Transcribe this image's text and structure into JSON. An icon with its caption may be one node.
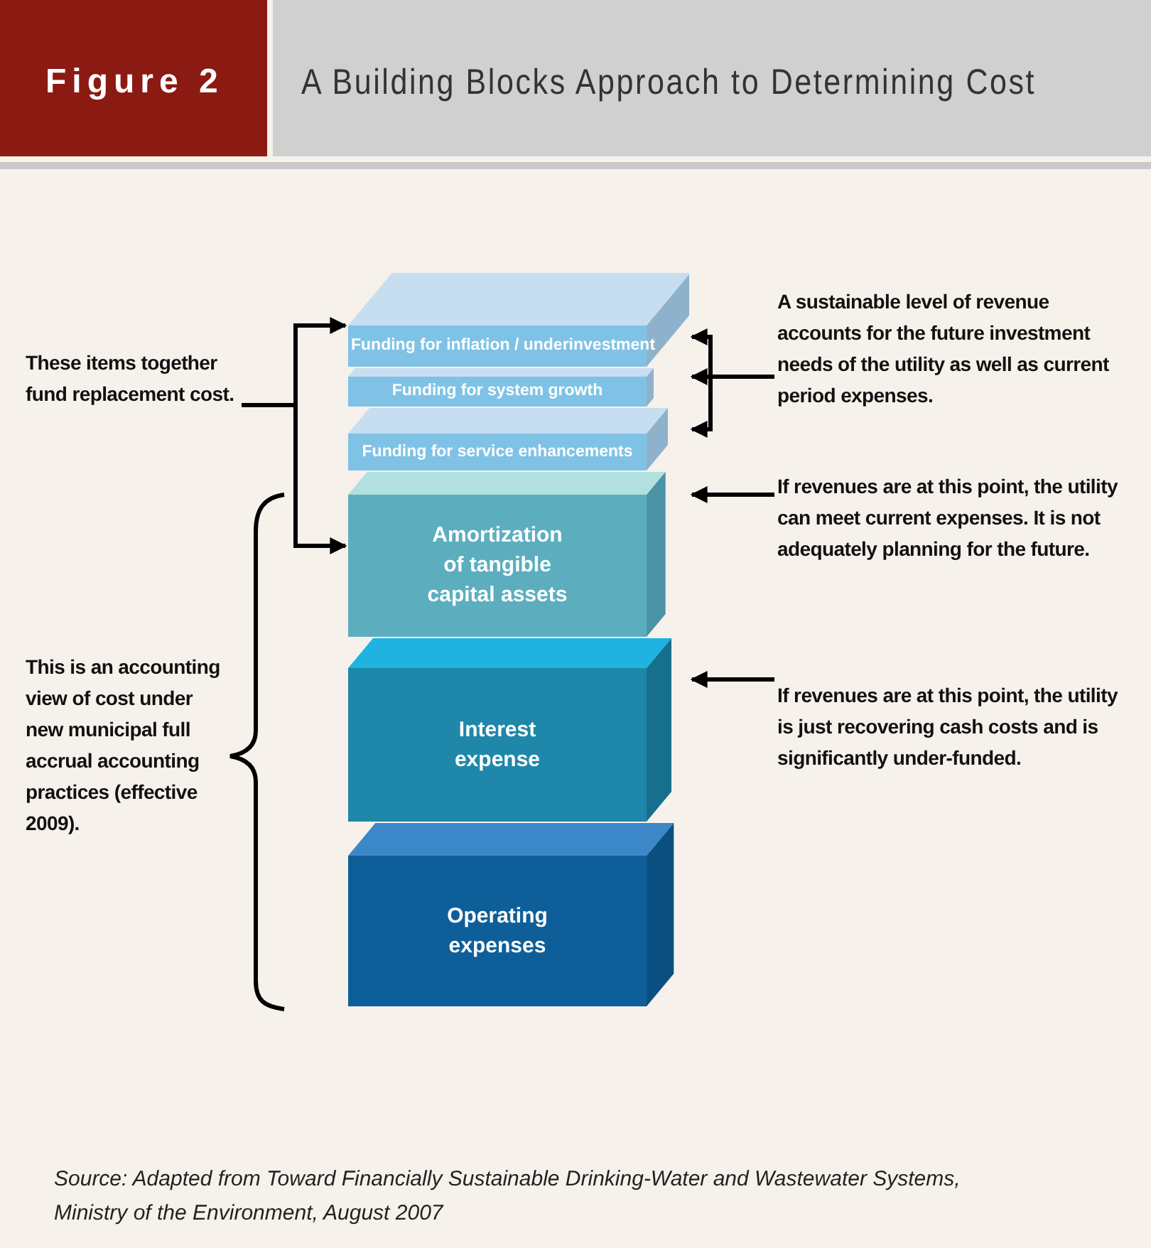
{
  "diagram": {
    "title": "A Building Blocks Approach to Determining Cost",
    "caption": "Source: Adapted from Toward Financially Sustainable Drinking-Water and Wastewater Systems, Ministry of the Environment, August 2007",
    "nodes": [
      {
        "text": [
          "These items together fund replacement cost."
        ]
      },
      {
        "text": [
          "Funding for inflation / underinvestment"
        ]
      },
      {
        "text": [
          "Funding for system growth"
        ]
      },
      {
        "text": [
          "Funding for service enhancements"
        ]
      },
      {
        "text": [
          "Amortization of tangible capital assets"
        ]
      },
      {
        "text": [
          "Interest expense"
        ]
      },
      {
        "text": [
          "Operating expenses"
        ]
      },
      {
        "text": [
          "A sustainable level of revenue accounts for the future investment needs of the utility as well as current period expenses."
        ]
      },
      {
        "text": [
          "If revenues are at this point, the utility can meet current expenses.  It is not adequately planning for the future."
        ]
      },
      {
        "text": [
          "If revenues are at this point, the utility is just recovering cash costs and is significantly under-funded."
        ]
      },
      {
        "text": [
          "This is an accounting view of cost under new municipal full accrual accounting practices (effective 2009)."
        ]
      }
    ],
    "edges": [
      {
        "from": 0,
        "to": 1,
        "arrow": "to"
      },
      {
        "from": 0,
        "to": 4,
        "arrow": "to"
      },
      {
        "from": 7,
        "to": 1,
        "arrow": "to"
      },
      {
        "from": 7,
        "to": 2,
        "arrow": "to"
      },
      {
        "from": 7,
        "to": 3,
        "arrow": "to"
      },
      {
        "from": 8,
        "to": 4,
        "arrow": "to"
      },
      {
        "from": 9,
        "to": 5,
        "arrow": "to"
      }
    ],
    "labels": [
      "Figure 2"
    ]
  }
}
